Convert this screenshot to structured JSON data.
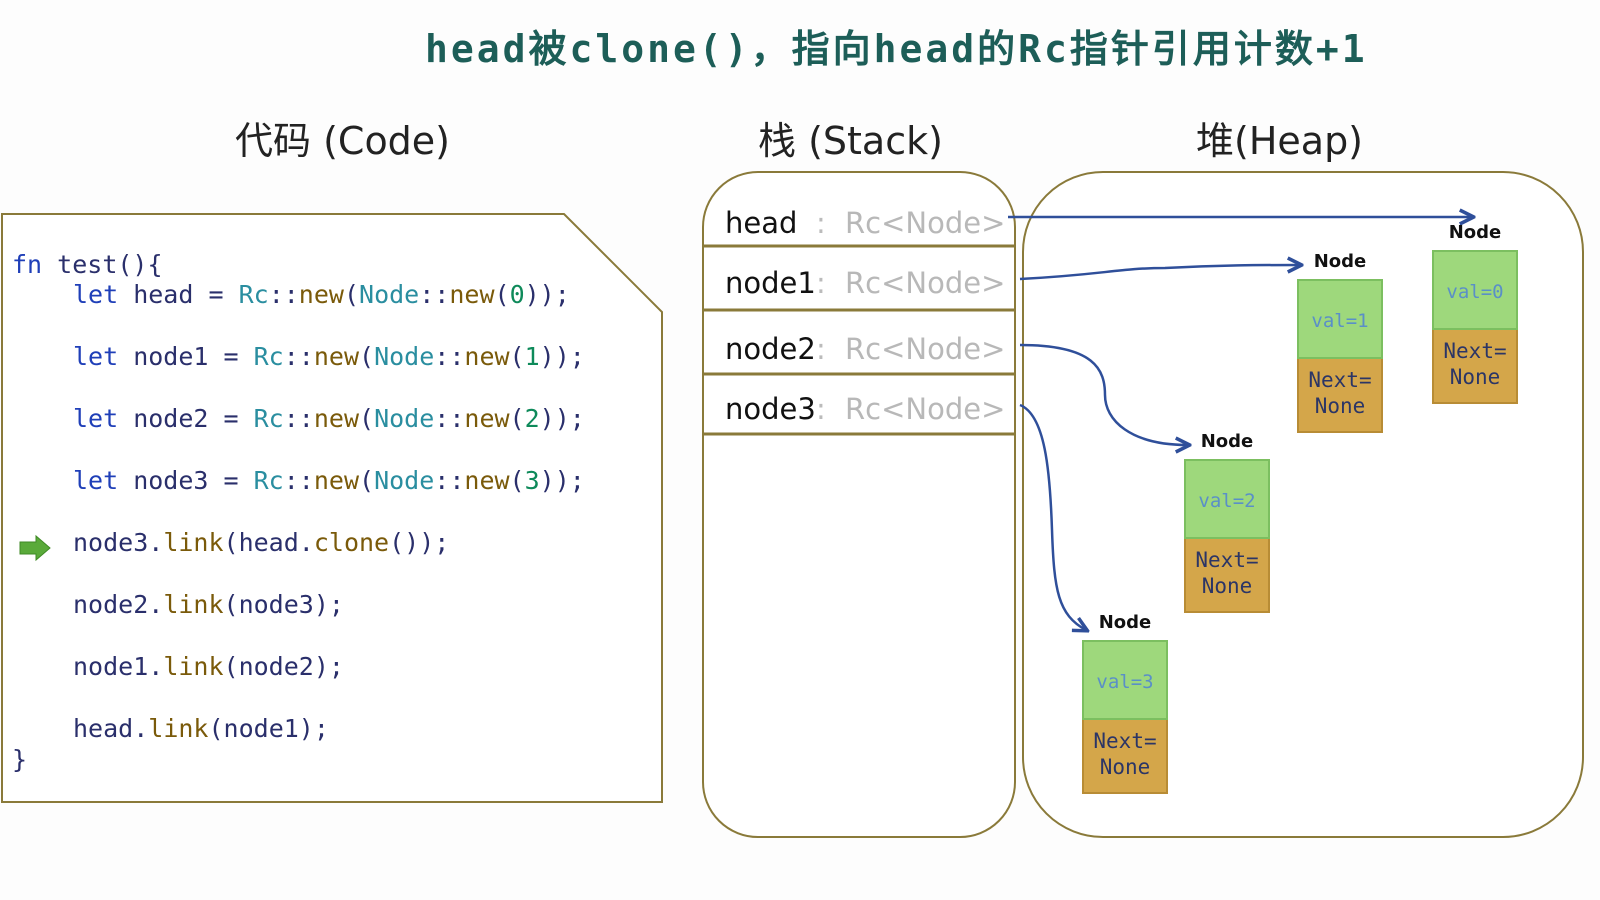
{
  "title": "head被clone()，指向head的Rc指针引用计数+1",
  "sections": {
    "code": "代码 (Code)",
    "stack": "栈 (Stack)",
    "heap": "堆(Heap)"
  },
  "code_lines": [
    "fn test(){",
    "let head = Rc::new(Node::new(0));",
    "let node1 = Rc::new(Node::new(1));",
    "let node2 = Rc::new(Node::new(2));",
    "let node3 = Rc::new(Node::new(3));",
    "node3.link(head.clone());",
    "node2.link(node3);",
    "node1.link(node2);",
    "head.link(node1);",
    "}"
  ],
  "current_line_index": 5,
  "stack": [
    {
      "name": "head",
      "colon": ":",
      "type": "Rc<Node>"
    },
    {
      "name": "node1",
      "colon": ":",
      "type": "Rc<Node>"
    },
    {
      "name": "node2",
      "colon": ":",
      "type": "Rc<Node>"
    },
    {
      "name": "node3",
      "colon": ":",
      "type": "Rc<Node>"
    }
  ],
  "heap_nodes": [
    {
      "label": "Node",
      "val": "val=0",
      "next_1": "Next=",
      "next_2": "None"
    },
    {
      "label": "Node",
      "val": "val=1",
      "next_1": "Next=",
      "next_2": "None"
    },
    {
      "label": "Node",
      "val": "val=2",
      "next_1": "Next=",
      "next_2": "None"
    },
    {
      "label": "Node",
      "val": "val=3",
      "next_1": "Next=",
      "next_2": "None"
    }
  ],
  "colors": {
    "title": "#1d5e58",
    "panel_border": "#8a7a3a",
    "pointer": "#2f4f9a",
    "node_val_bg": "#9ed87c",
    "node_next_bg": "#d4a64a",
    "current_line_arrow": "#5aaa3a"
  }
}
